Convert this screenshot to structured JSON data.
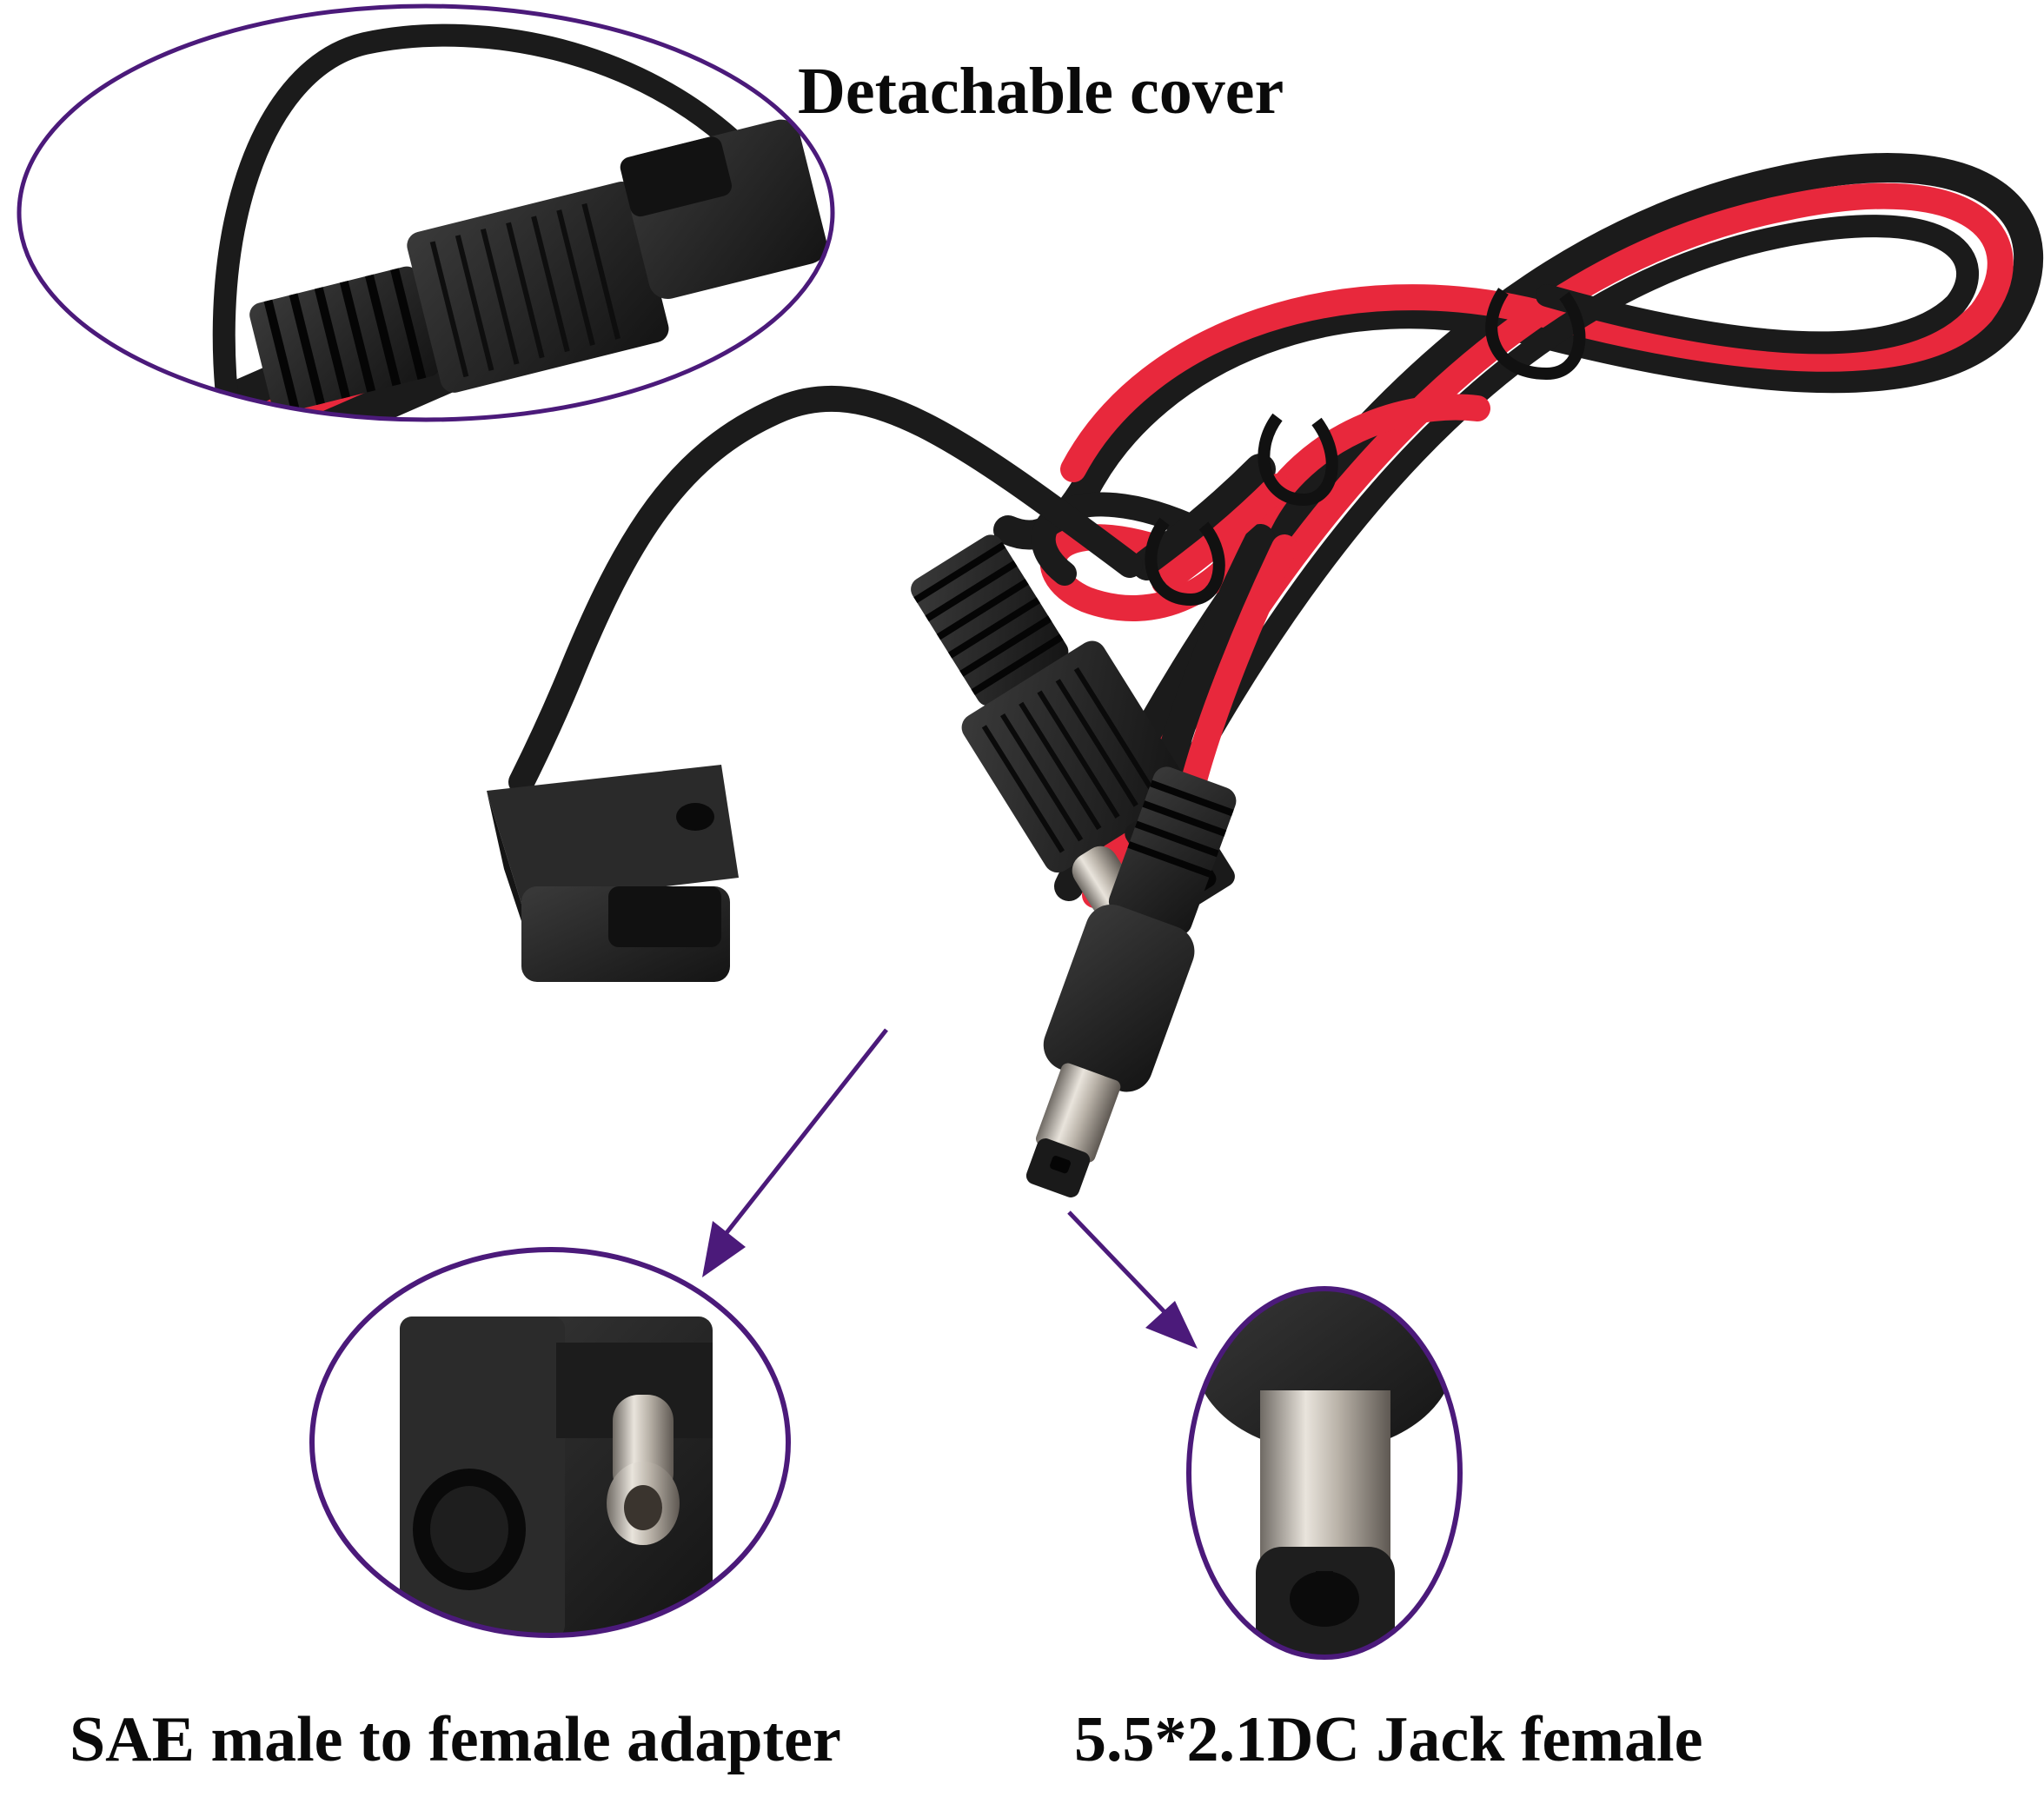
{
  "captions": {
    "cover": "Detachable cover",
    "sae": "SAE male to female adapter",
    "dc": "5.5*2.1DC Jack female"
  },
  "colors": {
    "accent_ring": "#4b1a7a",
    "cable_black": "#1b1b1b",
    "cable_red": "#e8283c",
    "plastic": "#242424",
    "metal": "#c9c2b8"
  }
}
